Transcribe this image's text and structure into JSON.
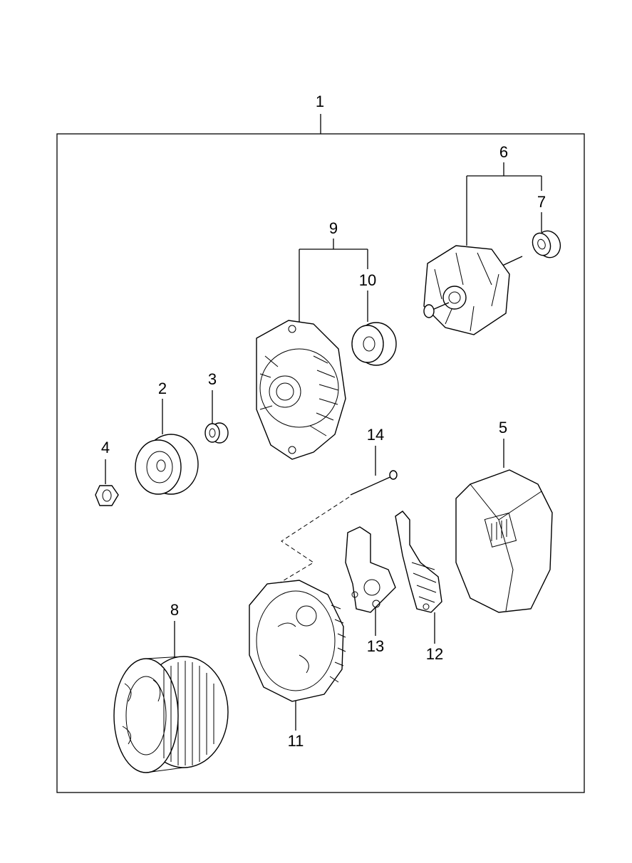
{
  "diagram": {
    "title": "Alternator assembly exploded view",
    "callouts": {
      "c1": "1",
      "c2": "2",
      "c3": "3",
      "c4": "4",
      "c5": "5",
      "c6": "6",
      "c7": "7",
      "c8": "8",
      "c9": "9",
      "c10": "10",
      "c11": "11",
      "c12": "12",
      "c13": "13",
      "c14": "14"
    },
    "parts": [
      {
        "callout": "1",
        "part": "alternator-assembly"
      },
      {
        "callout": "2",
        "part": "pulley"
      },
      {
        "callout": "3",
        "part": "spacer"
      },
      {
        "callout": "4",
        "part": "nut"
      },
      {
        "callout": "5",
        "part": "rear-cover"
      },
      {
        "callout": "6",
        "part": "rotor"
      },
      {
        "callout": "7",
        "part": "rear-bearing"
      },
      {
        "callout": "8",
        "part": "stator"
      },
      {
        "callout": "9",
        "part": "front-bracket"
      },
      {
        "callout": "10",
        "part": "front-bearing"
      },
      {
        "callout": "11",
        "part": "rear-bracket"
      },
      {
        "callout": "12",
        "part": "rectifier"
      },
      {
        "callout": "13",
        "part": "regulator"
      },
      {
        "callout": "14",
        "part": "through-bolt"
      }
    ]
  }
}
